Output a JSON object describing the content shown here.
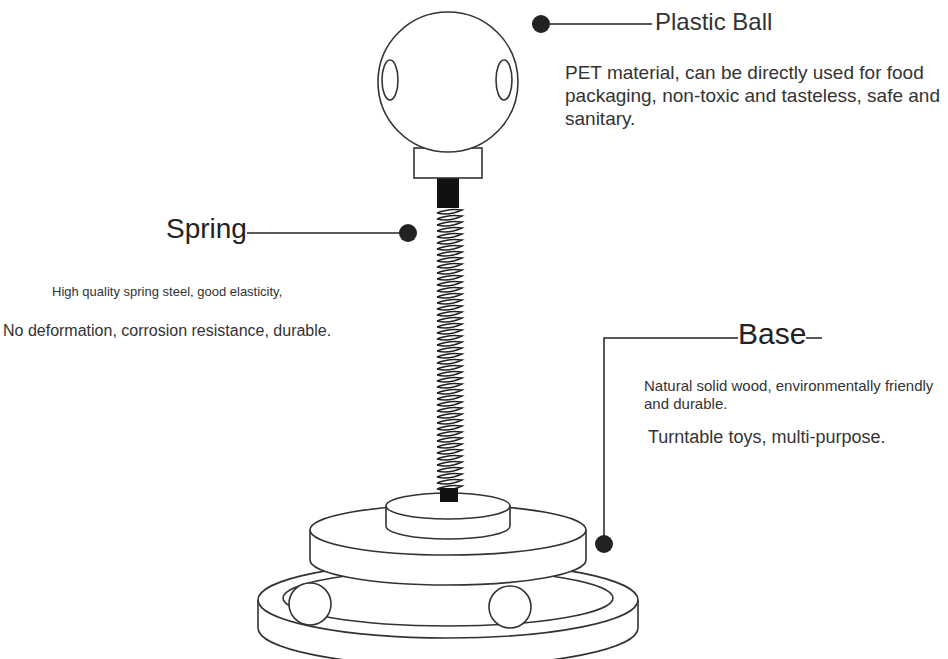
{
  "diagram": {
    "labels": [
      "Plastic Ball",
      "PET material, can be directly used for food packaging, non-toxic and tasteless, safe and sanitary.",
      "Spring",
      "High quality spring steel, good elasticity,",
      "No deformation, corrosion resistance, durable.",
      "Base",
      "Natural solid wood, environmentally friendly and durable.",
      "Turntable toys, multi-purpose."
    ]
  }
}
